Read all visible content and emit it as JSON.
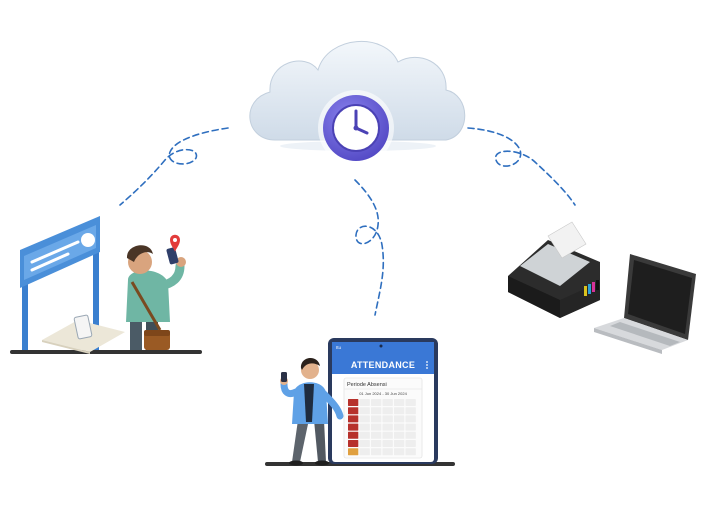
{
  "tablet": {
    "status_brand": "Itu",
    "title": "ATTENDANCE",
    "section_title": "Periode Absensi",
    "date_range": "01 Jun 2024 - 30 Jun 2024"
  },
  "calendar": {
    "rows": 7,
    "cols": 6,
    "colors": {
      "absent": "#b7312c",
      "leave": "#e0a040",
      "normal": "#eeeeee"
    }
  },
  "colors": {
    "cloud": "#dde8f2",
    "clock": "#6b63d9",
    "kiosk": "#4a8fd9",
    "tablet_header": "#3a78d6",
    "connector": "#2f6fbf"
  }
}
